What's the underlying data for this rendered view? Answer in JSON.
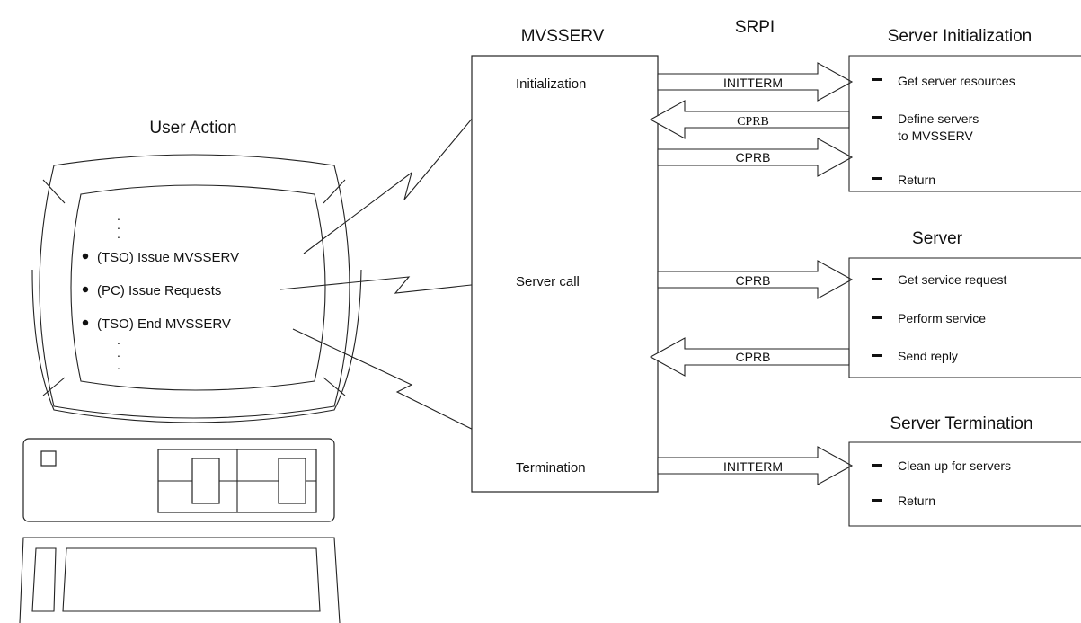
{
  "user_action": {
    "title": "User Action",
    "lines": [
      "(TSO) Issue MVSSERV",
      "(PC) Issue Requests",
      "(TSO) End MVSSERV"
    ]
  },
  "mvsserv": {
    "title": "MVSSERV",
    "stages": [
      "Initialization",
      "Server call",
      "Termination"
    ]
  },
  "srpi": {
    "title": "SRPI"
  },
  "flows": {
    "init_1": "INITTERM",
    "init_2": "CPRB",
    "init_3": "CPRB",
    "server_1": "CPRB",
    "server_2": "CPRB",
    "term_1": "INITTERM"
  },
  "server_init": {
    "title": "Server Initialization",
    "items": [
      "Get server resources",
      "Define servers",
      "to MVSSERV",
      "Return"
    ]
  },
  "server": {
    "title": "Server",
    "items": [
      "Get service request",
      "Perform service",
      "Send reply"
    ]
  },
  "server_term": {
    "title": "Server Termination",
    "items": [
      "Clean up for servers",
      "Return"
    ]
  }
}
